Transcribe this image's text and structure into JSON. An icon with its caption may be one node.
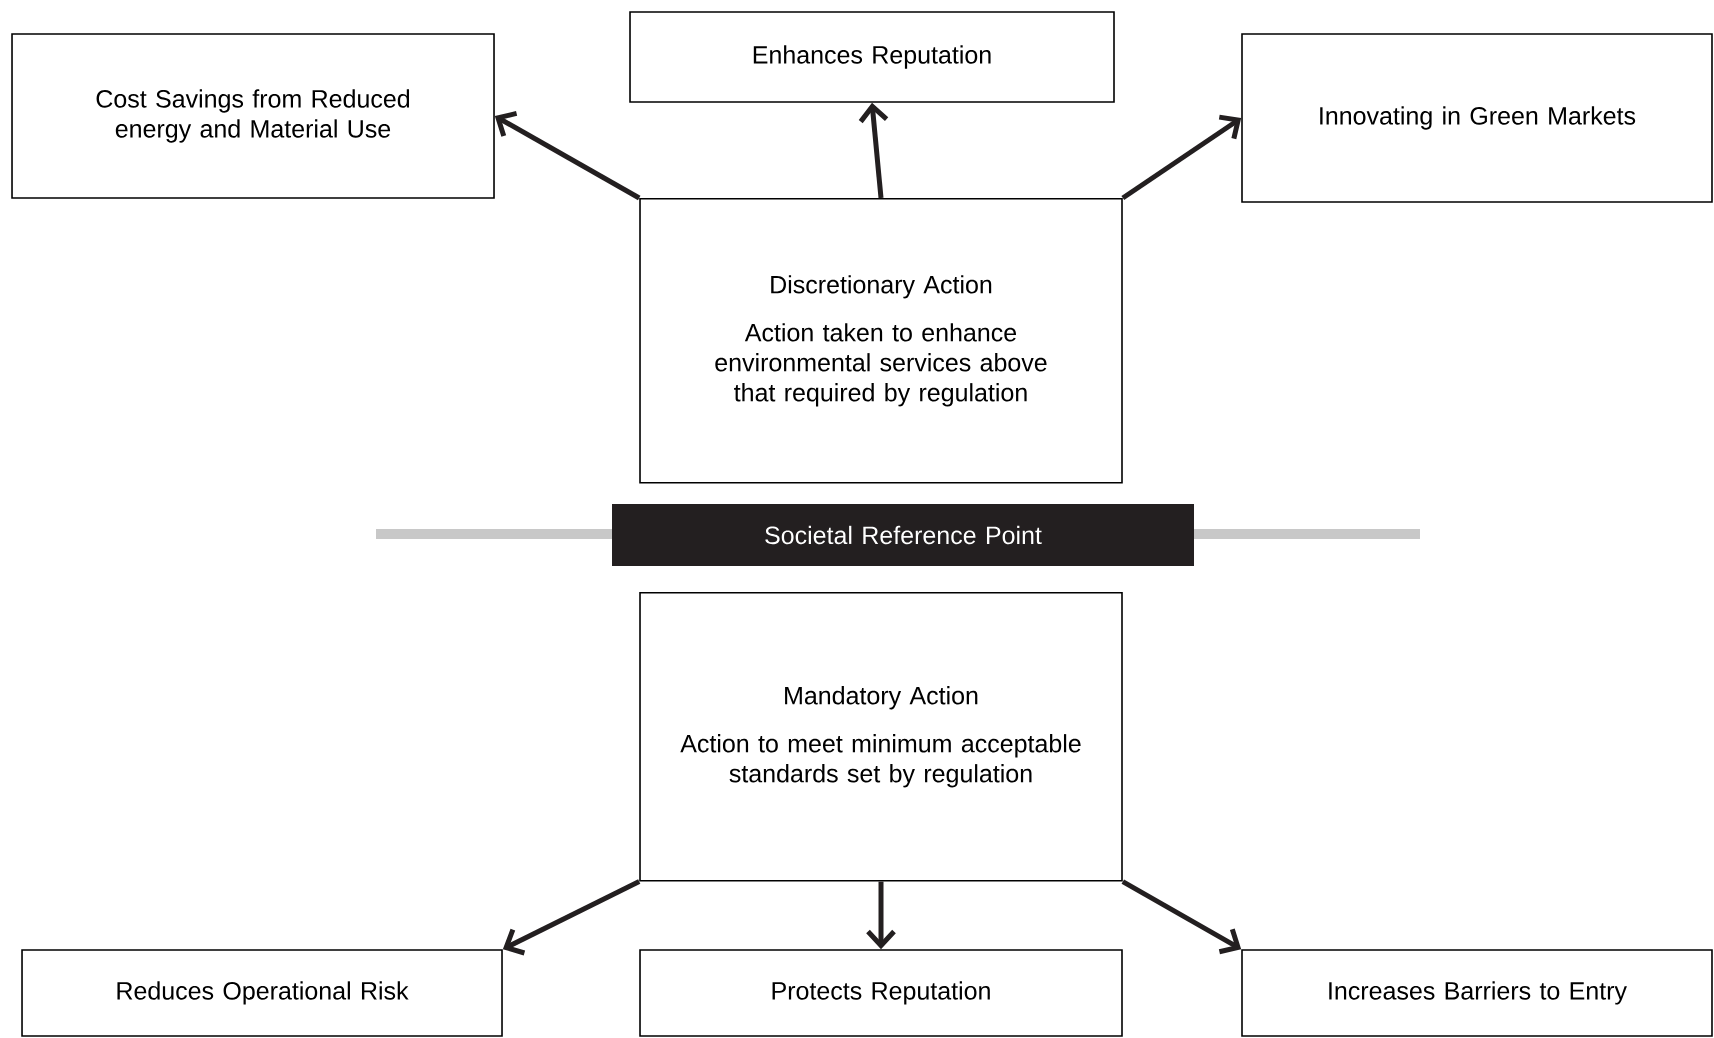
{
  "diagram": {
    "nodes": [
      {
        "text": [
          "Discretionary Action",
          "Action taken to enhance environmental services above that required by regulation"
        ]
      },
      {
        "text": [
          "Cost Savings from Reduced energy and Material Use"
        ]
      },
      {
        "text": [
          "Enhances Reputation"
        ]
      },
      {
        "text": [
          "Innovating in Green Markets"
        ]
      },
      {
        "text": [
          "Societal Reference Point"
        ]
      },
      {
        "text": [
          "Mandatory Action",
          "Action to meet minimum acceptable standards set by regulation"
        ]
      },
      {
        "text": [
          "Reduces Operational Risk"
        ]
      },
      {
        "text": [
          "Protects Reputation"
        ]
      },
      {
        "text": [
          "Increases Barriers to Entry"
        ]
      }
    ],
    "edges": [
      {
        "from": 0,
        "to": 1,
        "arrow": "to"
      },
      {
        "from": 0,
        "to": 2,
        "arrow": "to"
      },
      {
        "from": 0,
        "to": 3,
        "arrow": "to"
      },
      {
        "from": 5,
        "to": 6,
        "arrow": "to"
      },
      {
        "from": 5,
        "to": 7,
        "arrow": "to"
      },
      {
        "from": 5,
        "to": 8,
        "arrow": "to"
      }
    ]
  }
}
